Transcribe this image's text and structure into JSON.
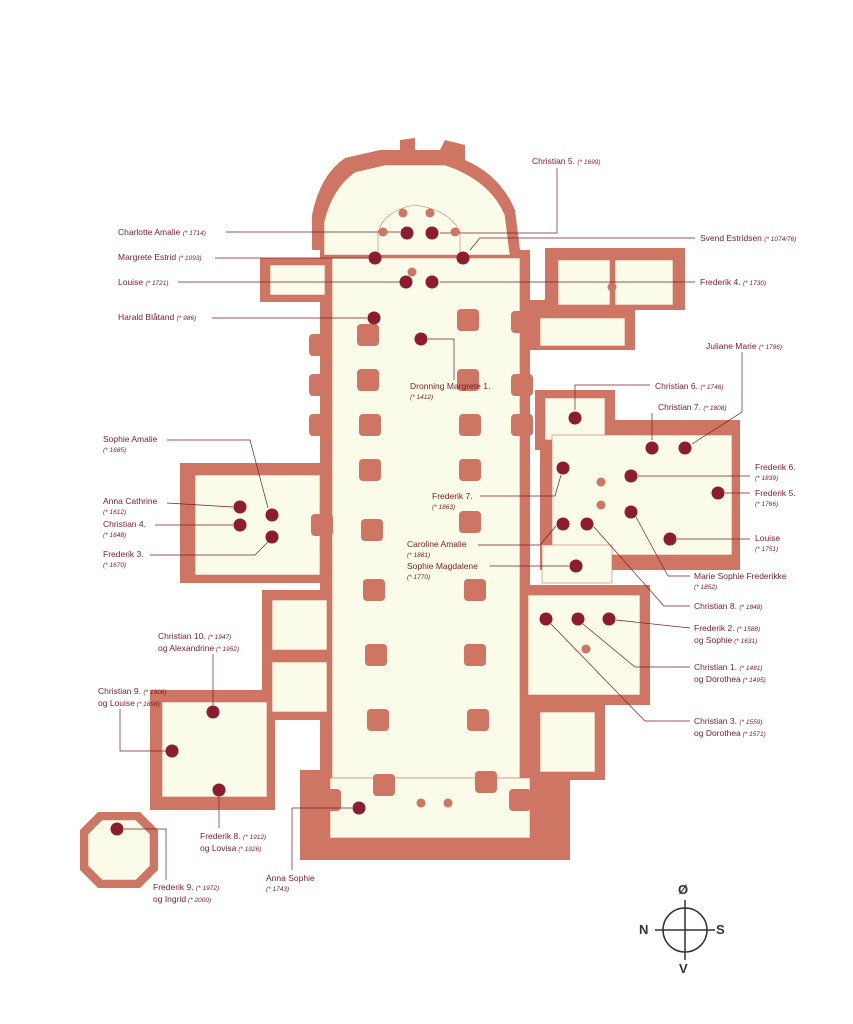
{
  "colors": {
    "wall": "#cf7563",
    "floor": "#fbfbe9",
    "tomb": "#8c1c2e",
    "text": "#7a1c2a",
    "minor": "#cf7563"
  },
  "compass": {
    "north": "N",
    "south": "S",
    "east": "Ø",
    "west": "V"
  },
  "tombs": [
    {
      "id": "christian5",
      "name": "Christian 5.",
      "year": "(* 1699)"
    },
    {
      "id": "charlotte",
      "name": "Charlotte Amalie",
      "year": "(* 1714)"
    },
    {
      "id": "svend",
      "name": "Svend Estridsen",
      "year": "(* 1074/76)"
    },
    {
      "id": "margrete_estrid",
      "name": "Margrete Estrid",
      "year": "(* 1093)"
    },
    {
      "id": "louise1721",
      "name": "Louise",
      "year": "(* 1721)"
    },
    {
      "id": "frederik4",
      "name": "Frederik 4.",
      "year": "(* 1730)"
    },
    {
      "id": "harald",
      "name": "Harald Blåtand",
      "year": "(* 986)"
    },
    {
      "id": "margrete1",
      "name": "Dronning Margrete 1.",
      "year": "(* 1412)"
    },
    {
      "id": "juliane",
      "name": "Juliane Marie",
      "year": "(* 1796)"
    },
    {
      "id": "christian6",
      "name": "Christian 6.",
      "year": "(* 1746)"
    },
    {
      "id": "christian7",
      "name": "Christian 7.",
      "year": "(* 1808)"
    },
    {
      "id": "frederik6",
      "name": "Frederik 6.",
      "year": "(* 1839)"
    },
    {
      "id": "frederik5",
      "name": "Frederik 5.",
      "year": "(* 1766)"
    },
    {
      "id": "louise1751",
      "name": "Louise",
      "year": "(* 1751)"
    },
    {
      "id": "sophie_amalie",
      "name": "Sophie Amalie",
      "year": "(* 1685)"
    },
    {
      "id": "anna_cathrine",
      "name": "Anna Cathrine",
      "year": "(* 1612)"
    },
    {
      "id": "christian4",
      "name": "Christian 4.",
      "year": "(* 1648)"
    },
    {
      "id": "frederik3",
      "name": "Frederik 3.",
      "year": "(* 1670)"
    },
    {
      "id": "frederik7",
      "name": "Frederik 7.",
      "year": "(* 1863)"
    },
    {
      "id": "caroline",
      "name": "Caroline Amalie",
      "year": "(* 1881)"
    },
    {
      "id": "sophie_magdalene",
      "name": "Sophie Magdalene",
      "year": "(* 1770)"
    },
    {
      "id": "marie_sophie",
      "name": "Marie Sophie Frederikke",
      "year": "(* 1852)"
    },
    {
      "id": "christian8",
      "name": "Christian 8.",
      "year": "(* 1848)"
    },
    {
      "id": "frederik2",
      "name": "Frederik 2.",
      "year": "(* 1588)",
      "name2": "og Sophie",
      "year2": "(* 1631)"
    },
    {
      "id": "christian1",
      "name": "Christian 1.",
      "year": "(* 1481)",
      "name2": "og Dorothea",
      "year2": "(* 1495)"
    },
    {
      "id": "christian3",
      "name": "Christian 3.",
      "year": "(* 1559)",
      "name2": "og Dorothea",
      "year2": "(* 1571)"
    },
    {
      "id": "christian10",
      "name": "Christian 10.",
      "year": "(* 1947)",
      "name2": "og Alexandrine",
      "year2": "(* 1952)"
    },
    {
      "id": "christian9",
      "name": "Christian 9.",
      "year": "(* 1906)",
      "name2": "og Louise",
      "year2": "(* 1898)"
    },
    {
      "id": "frederik8",
      "name": "Frederik 8.",
      "year": "(* 1912)",
      "name2": "og Lovisa",
      "year2": "(* 1926)"
    },
    {
      "id": "anna_sophie",
      "name": "Anna Sophie",
      "year": "(* 1743)"
    },
    {
      "id": "frederik9",
      "name": "Frederik 9.",
      "year": "(* 1972)",
      "name2": "og Ingrid",
      "year2": "(* 2000)"
    }
  ]
}
